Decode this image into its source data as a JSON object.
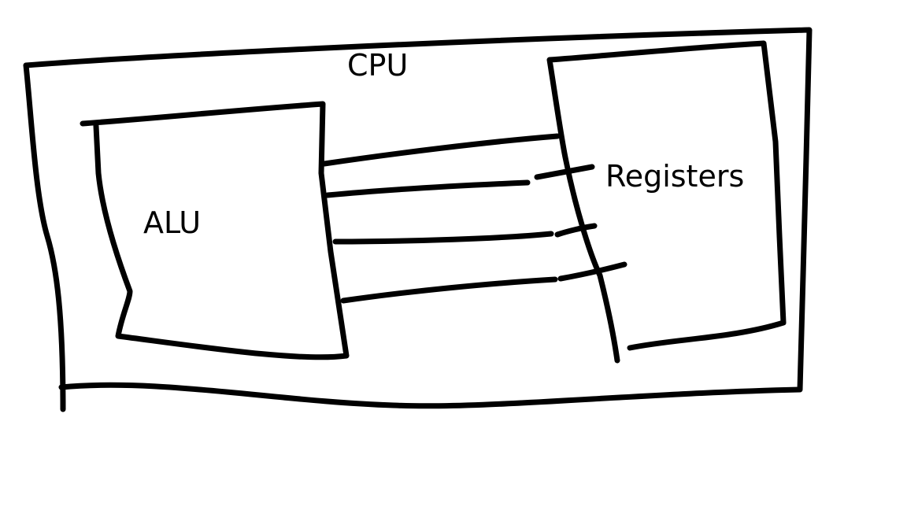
{
  "diagram": {
    "type": "hand-drawn block diagram",
    "stroke_color": "#000000",
    "background_color": "#ffffff",
    "nodes": [
      {
        "id": "cpu",
        "label": "CPU",
        "role": "container"
      },
      {
        "id": "alu",
        "label": "ALU",
        "role": "block"
      },
      {
        "id": "registers",
        "label": "Registers",
        "role": "block"
      }
    ],
    "edges": [
      {
        "from": "alu",
        "to": "registers"
      },
      {
        "from": "alu",
        "to": "registers"
      },
      {
        "from": "alu",
        "to": "registers"
      },
      {
        "from": "alu",
        "to": "registers"
      }
    ]
  }
}
